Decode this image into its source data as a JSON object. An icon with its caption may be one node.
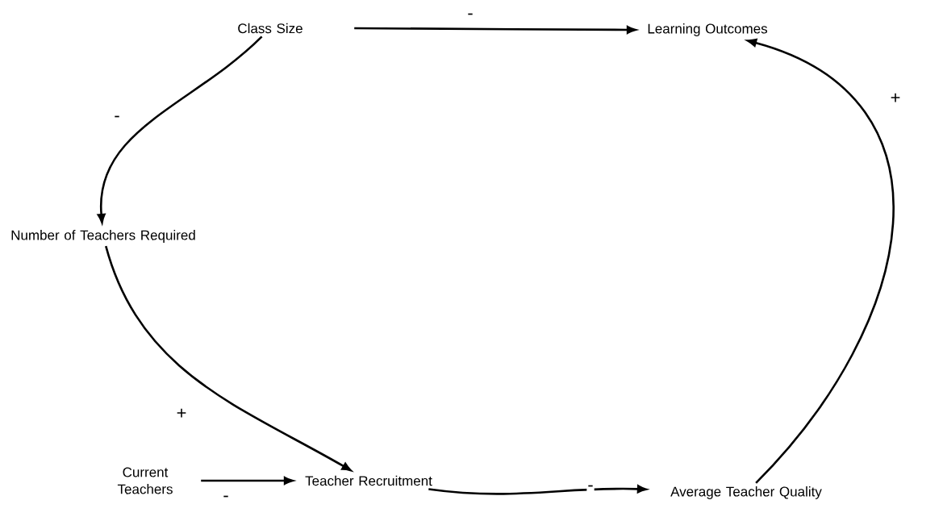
{
  "diagram": {
    "nodes": [
      {
        "text": [
          "Class Size"
        ]
      },
      {
        "text": [
          "Learning Outcomes"
        ]
      },
      {
        "text": [
          "Number of Teachers Required"
        ]
      },
      {
        "text": [
          "Current Teachers"
        ]
      },
      {
        "text": [
          "Teacher Recruitment"
        ]
      },
      {
        "text": [
          "Average Teacher Quality"
        ]
      }
    ],
    "edges": [
      {
        "from": 0,
        "to": 1,
        "arrow": "to",
        "label": "-"
      },
      {
        "from": 0,
        "to": 2,
        "arrow": "to",
        "label": "-"
      },
      {
        "from": 2,
        "to": 4,
        "arrow": "to",
        "label": "+"
      },
      {
        "from": 3,
        "to": 4,
        "arrow": "to",
        "label": "-"
      },
      {
        "from": 4,
        "to": 5,
        "arrow": "to",
        "label": "-"
      },
      {
        "from": 5,
        "to": 1,
        "arrow": "to",
        "label": "+"
      }
    ]
  }
}
